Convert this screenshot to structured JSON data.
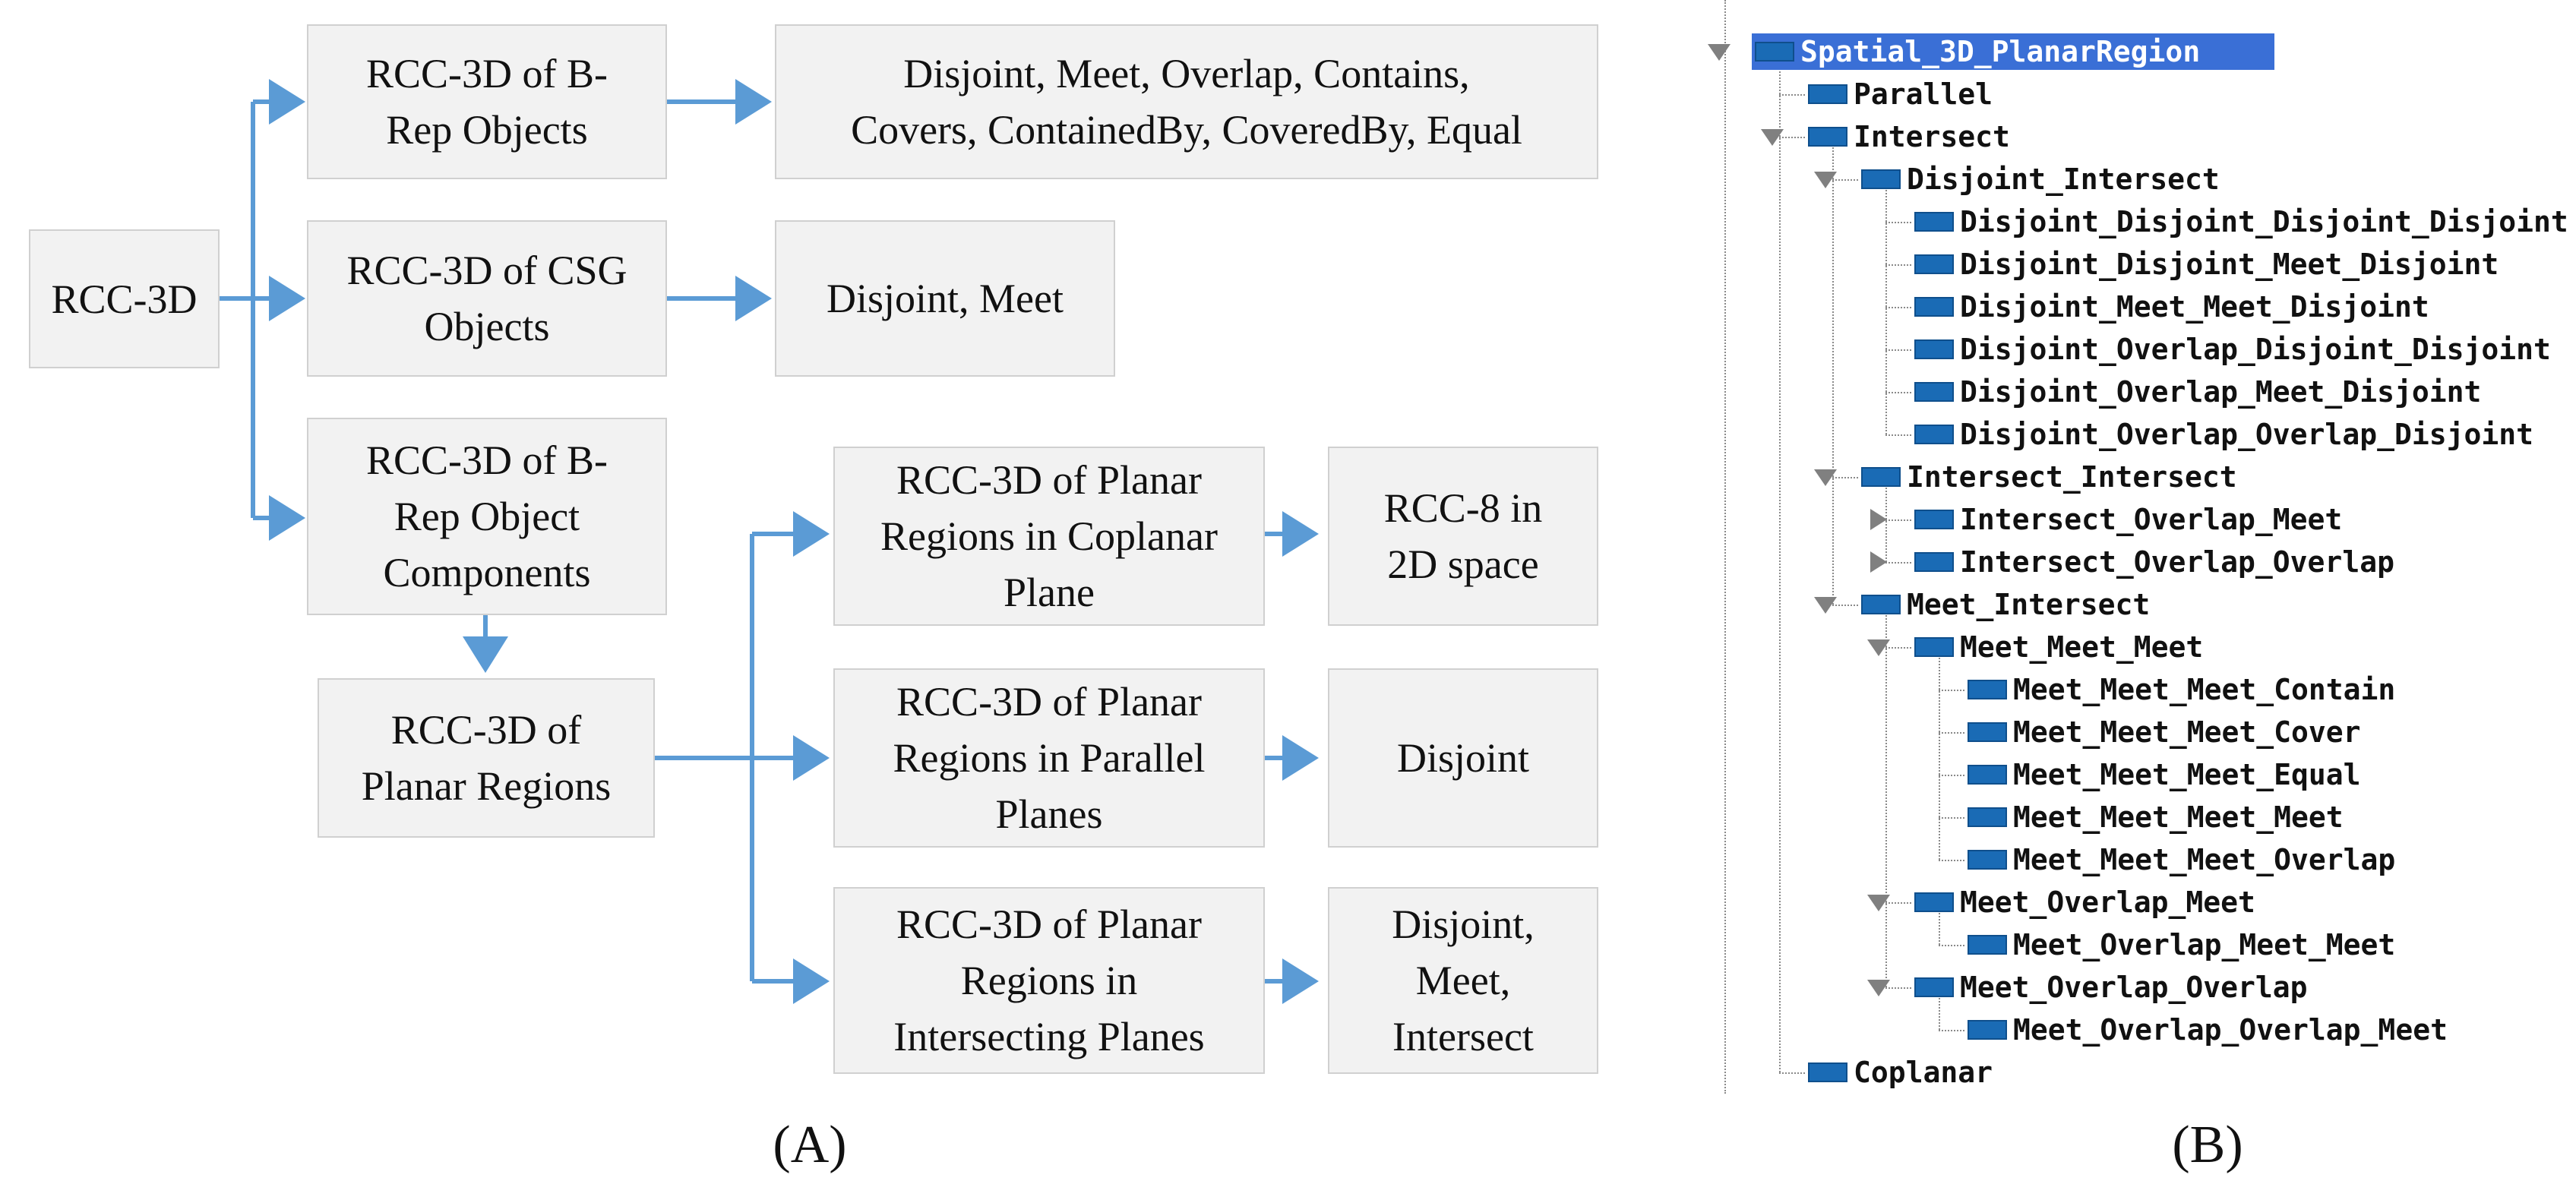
{
  "panel_a": {
    "label": "(A)",
    "boxes": {
      "root": "RCC-3D",
      "brep": "RCC-3D of B-\nRep Objects",
      "brep_relations": "Disjoint, Meet, Overlap, Contains,\nCovers, ContainedBy, CoveredBy, Equal",
      "csg": "RCC-3D of CSG\nObjects",
      "csg_relations": "Disjoint, Meet",
      "components": "RCC-3D of B-\nRep Object\nComponents",
      "planar": "RCC-3D of\nPlanar Regions",
      "coplanar": "RCC-3D of  Planar\nRegions in Coplanar\nPlane",
      "coplanar_relations": "RCC-8 in\n2D space",
      "parallel": "RCC-3D of Planar\nRegions in Parallel\nPlanes",
      "parallel_relations": "Disjoint",
      "intersecting": "RCC-3D of Planar\nRegions in\nIntersecting Planes",
      "intersecting_relations": "Disjoint,\nMeet,\nIntersect"
    },
    "colors": {
      "arrow": "#5b9bd5",
      "box_fill": "#f2f2f2",
      "box_border": "#d0d0d0"
    }
  },
  "panel_b": {
    "label": "(B)",
    "colors": {
      "selection": "#3a6fd6",
      "class_icon": "#1a6bb5"
    },
    "nodes": [
      {
        "label": "Spatial_3D_PlanarRegion",
        "depth": 0,
        "toggle": "open",
        "selected": true
      },
      {
        "label": "Parallel",
        "depth": 1,
        "toggle": "none"
      },
      {
        "label": "Intersect",
        "depth": 1,
        "toggle": "open"
      },
      {
        "label": "Disjoint_Intersect",
        "depth": 2,
        "toggle": "open"
      },
      {
        "label": "Disjoint_Disjoint_Disjoint_Disjoint",
        "depth": 3,
        "toggle": "none"
      },
      {
        "label": "Disjoint_Disjoint_Meet_Disjoint",
        "depth": 3,
        "toggle": "none"
      },
      {
        "label": "Disjoint_Meet_Meet_Disjoint",
        "depth": 3,
        "toggle": "none"
      },
      {
        "label": "Disjoint_Overlap_Disjoint_Disjoint",
        "depth": 3,
        "toggle": "none"
      },
      {
        "label": "Disjoint_Overlap_Meet_Disjoint",
        "depth": 3,
        "toggle": "none"
      },
      {
        "label": "Disjoint_Overlap_Overlap_Disjoint",
        "depth": 3,
        "toggle": "none"
      },
      {
        "label": "Intersect_Intersect",
        "depth": 2,
        "toggle": "open"
      },
      {
        "label": "Intersect_Overlap_Meet",
        "depth": 3,
        "toggle": "closed"
      },
      {
        "label": "Intersect_Overlap_Overlap",
        "depth": 3,
        "toggle": "closed"
      },
      {
        "label": "Meet_Intersect",
        "depth": 2,
        "toggle": "open"
      },
      {
        "label": "Meet_Meet_Meet",
        "depth": 3,
        "toggle": "open"
      },
      {
        "label": "Meet_Meet_Meet_Contain",
        "depth": 4,
        "toggle": "none"
      },
      {
        "label": "Meet_Meet_Meet_Cover",
        "depth": 4,
        "toggle": "none"
      },
      {
        "label": "Meet_Meet_Meet_Equal",
        "depth": 4,
        "toggle": "none"
      },
      {
        "label": "Meet_Meet_Meet_Meet",
        "depth": 4,
        "toggle": "none"
      },
      {
        "label": "Meet_Meet_Meet_Overlap",
        "depth": 4,
        "toggle": "none"
      },
      {
        "label": "Meet_Overlap_Meet",
        "depth": 3,
        "toggle": "open"
      },
      {
        "label": "Meet_Overlap_Meet_Meet",
        "depth": 4,
        "toggle": "none"
      },
      {
        "label": "Meet_Overlap_Overlap",
        "depth": 3,
        "toggle": "open"
      },
      {
        "label": "Meet_Overlap_Overlap_Meet",
        "depth": 4,
        "toggle": "none"
      },
      {
        "label": "Coplanar",
        "depth": 1,
        "toggle": "none"
      }
    ]
  }
}
